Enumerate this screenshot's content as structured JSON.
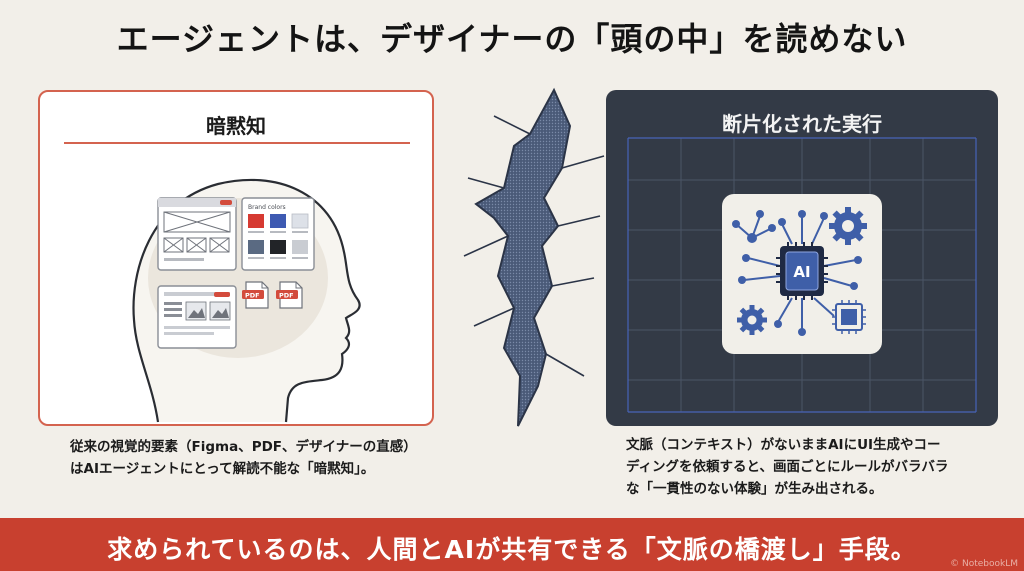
{
  "title": "エージェントは、デザイナーの「頭の中」を読めない",
  "left_panel": {
    "heading": "暗黙知",
    "palette_label": "Brand colors",
    "pdf_label_1": "PDF",
    "pdf_label_2": "PDF",
    "caption_line1": "従来の視覚的要素（Figma、PDF、デザイナーの直感）",
    "caption_line2": "はAIエージェントにとって解読不能な「暗黙知」。"
  },
  "right_panel": {
    "heading": "断片化された実行",
    "chip_label": "AI",
    "caption_line1": "文脈（コンテキスト）がないままAIにUI生成やコー",
    "caption_line2": "ディングを依頼すると、画面ごとにルールがバラバラ",
    "caption_line3": "な「一貫性のない体験」が生み出される。"
  },
  "banner": {
    "text": "求められているのは、人間とAIが共有できる「文脈の橋渡し」手段。",
    "watermark": "© NotebookLM"
  },
  "colors": {
    "accent_red": "#c8402f",
    "panel_dark": "#333a46",
    "circuit_blue": "#3f5fa8",
    "swatch_red": "#d63a32",
    "swatch_blue": "#3e5ab2",
    "swatch_slate": "#5a6a82",
    "swatch_black": "#222428"
  }
}
